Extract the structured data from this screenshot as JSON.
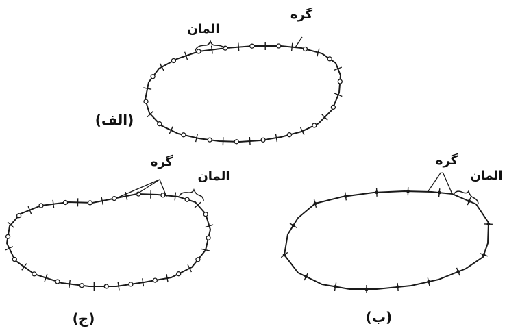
{
  "figure": {
    "panels": [
      {
        "id": "alef",
        "caption": "(الف)",
        "node_label": "گره",
        "element_label": "المان",
        "node_count": 36,
        "node_style": "mixed"
      },
      {
        "id": "be",
        "caption": "(ب)",
        "node_label": "گره",
        "element_label": "المان",
        "node_count": 16,
        "node_style": "tick"
      },
      {
        "id": "jim",
        "caption": "(ج)",
        "node_label": "گره",
        "element_label": "المان",
        "node_count": 40,
        "node_style": "mixed"
      }
    ]
  }
}
